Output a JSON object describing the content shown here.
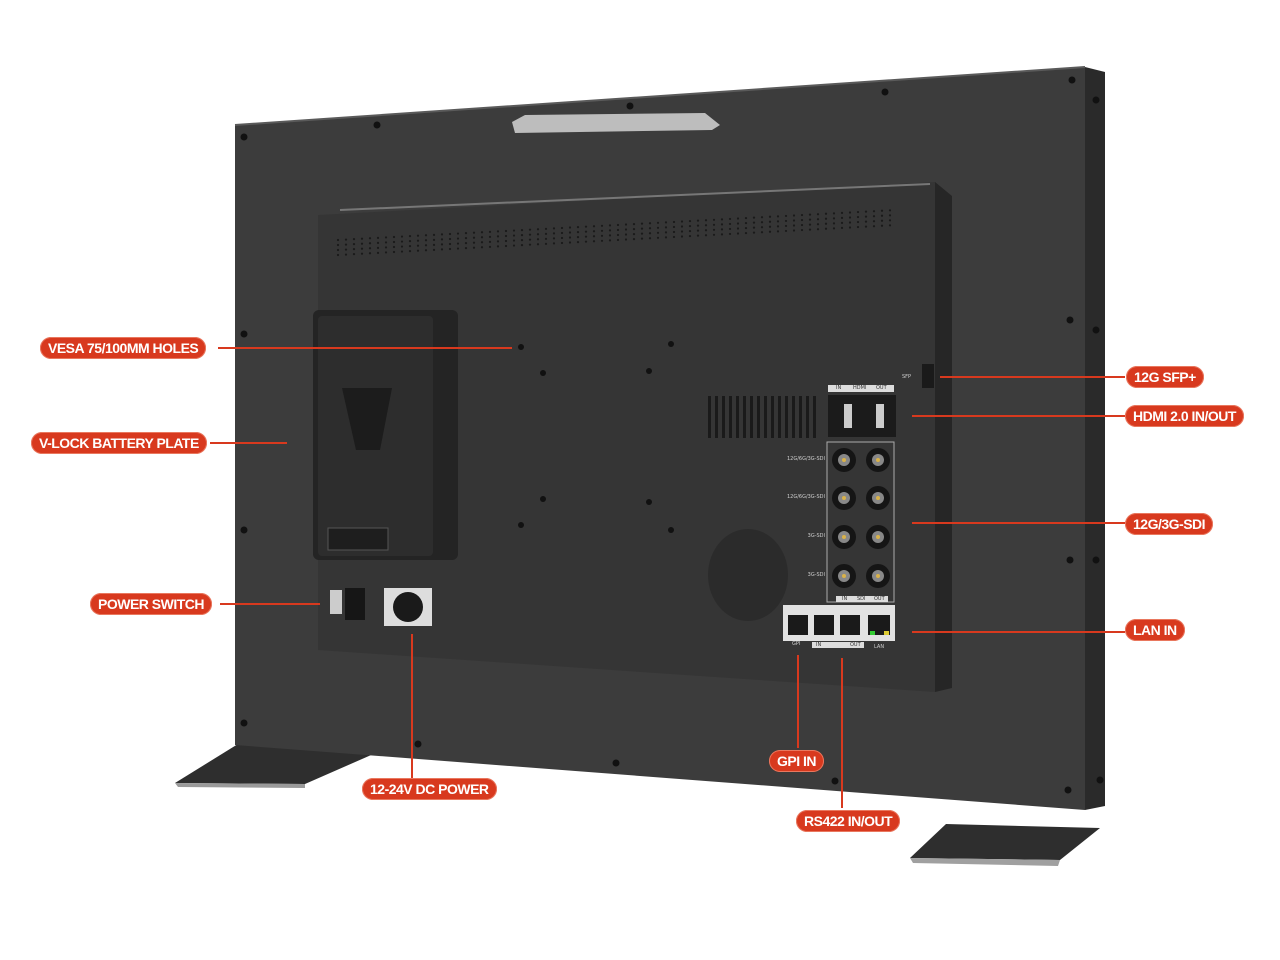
{
  "colors": {
    "callout": "#d8391e",
    "chassis": "#3b3b3b",
    "panel": "#333333"
  },
  "callouts": {
    "vesa": "VESA 75/100MM HOLES",
    "vlock": "V-LOCK BATTERY PLATE",
    "power_switch": "POWER SWITCH",
    "dc_power": "12-24V DC POWER",
    "sfp": "12G SFP+",
    "hdmi": "HDMI 2.0 IN/OUT",
    "sdi": "12G/3G-SDI",
    "lan": "LAN IN",
    "gpi": "GPI IN",
    "rs422": "RS422 IN/OUT"
  },
  "panel_labels": {
    "sfp": "SFP",
    "hdmi_in": "IN",
    "hdmi": "HDMI",
    "hdmi_out": "OUT",
    "sdi_rows": [
      "12G/6G/3G-SDI",
      "12G/6G/3G-SDI",
      "3G-SDI",
      "3G-SDI"
    ],
    "sdi_in": "IN",
    "sdi": "SDI",
    "sdi_out": "OUT",
    "gpi": "GPI",
    "rs_in": "IN",
    "rs_out": "OUT",
    "lan": "LAN"
  }
}
